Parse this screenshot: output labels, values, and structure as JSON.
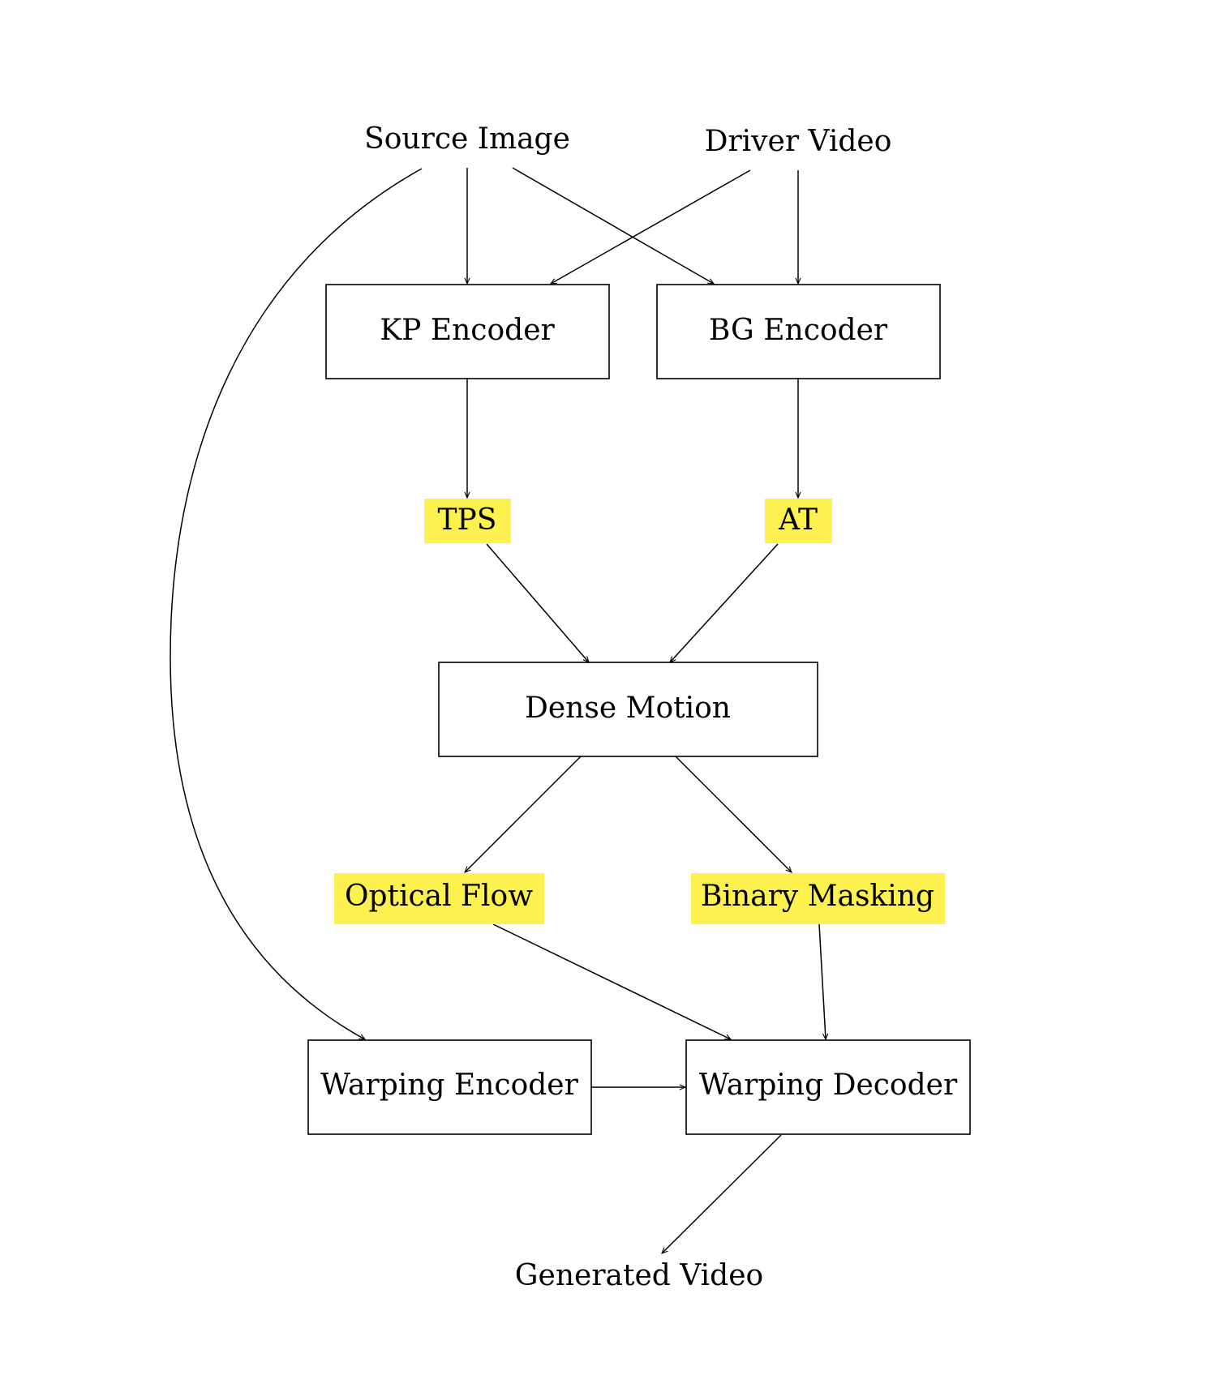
{
  "colors": {
    "highlight": "#fcf14e",
    "stroke": "#000000",
    "background": "#ffffff"
  },
  "nodes": {
    "source_image": "Source Image",
    "driver_video": "Driver Video",
    "kp_encoder": "KP Encoder",
    "bg_encoder": "BG Encoder",
    "tps": "TPS",
    "at": "AT",
    "dense_motion": "Dense Motion",
    "optical_flow": "Optical Flow",
    "binary_masking": "Binary Masking",
    "warping_encoder": "Warping Encoder",
    "warping_decoder": "Warping Decoder",
    "generated_video": "Generated Video"
  },
  "edges": [
    {
      "from": "source_image",
      "to": "kp_encoder"
    },
    {
      "from": "source_image",
      "to": "bg_encoder"
    },
    {
      "from": "source_image",
      "to": "warping_encoder"
    },
    {
      "from": "driver_video",
      "to": "kp_encoder"
    },
    {
      "from": "driver_video",
      "to": "bg_encoder"
    },
    {
      "from": "kp_encoder",
      "to": "tps"
    },
    {
      "from": "bg_encoder",
      "to": "at"
    },
    {
      "from": "tps",
      "to": "dense_motion"
    },
    {
      "from": "at",
      "to": "dense_motion"
    },
    {
      "from": "dense_motion",
      "to": "optical_flow"
    },
    {
      "from": "dense_motion",
      "to": "binary_masking"
    },
    {
      "from": "optical_flow",
      "to": "warping_decoder"
    },
    {
      "from": "binary_masking",
      "to": "warping_decoder"
    },
    {
      "from": "warping_encoder",
      "to": "warping_decoder"
    },
    {
      "from": "warping_decoder",
      "to": "generated_video"
    }
  ]
}
